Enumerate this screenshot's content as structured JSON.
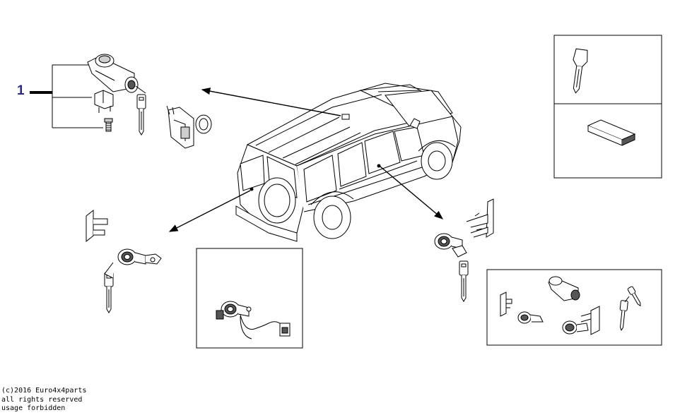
{
  "callout": {
    "label": "1"
  },
  "copyright": {
    "lines": [
      "(c)2016 Euro4x4parts",
      "all rights reserved",
      "usage forbidden"
    ]
  },
  "icons": {
    "vehicle": "suv-outline-icon",
    "key": "key-icon",
    "lock_cylinder": "lock-cylinder-icon",
    "arrow": "arrow-icon"
  }
}
